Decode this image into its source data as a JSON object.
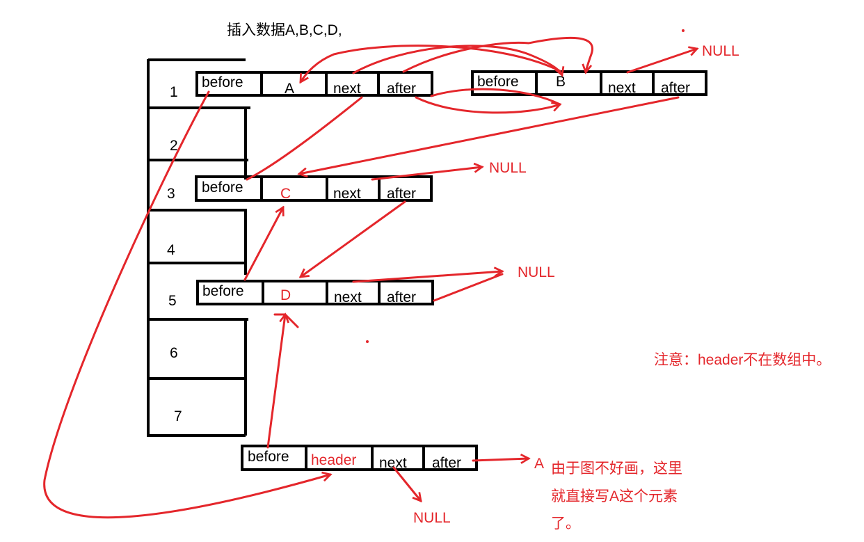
{
  "title": "插入数据A,B,C,D,",
  "array_indices": [
    "1",
    "2",
    "3",
    "4",
    "5",
    "6",
    "7"
  ],
  "node_field_labels": {
    "before": "before",
    "next": "next",
    "after": "after"
  },
  "nodes": {
    "A": {
      "before": "before",
      "value": "A",
      "next": "next",
      "after": "after"
    },
    "B": {
      "before": "before",
      "value": "B",
      "next": "next",
      "after": "after"
    },
    "C": {
      "before": "before",
      "value": "C",
      "next": "next",
      "after": "after"
    },
    "D": {
      "before": "before",
      "value": "D",
      "next": "next",
      "after": "after"
    },
    "header": {
      "before": "before",
      "value": "header",
      "next": "next",
      "after": "after"
    }
  },
  "null_labels": {
    "b_next": "NULL",
    "c_next": "NULL",
    "d_next": "NULL",
    "header_next": "NULL"
  },
  "header_after_target": "A",
  "note": "注意：header不在数组中。",
  "explanation_lines": [
    "由于图不好画，这里",
    "就直接写A这个元素",
    "了。"
  ],
  "colors": {
    "ink": "#000000",
    "annotation": "#e4262b",
    "background": "#ffffff"
  }
}
